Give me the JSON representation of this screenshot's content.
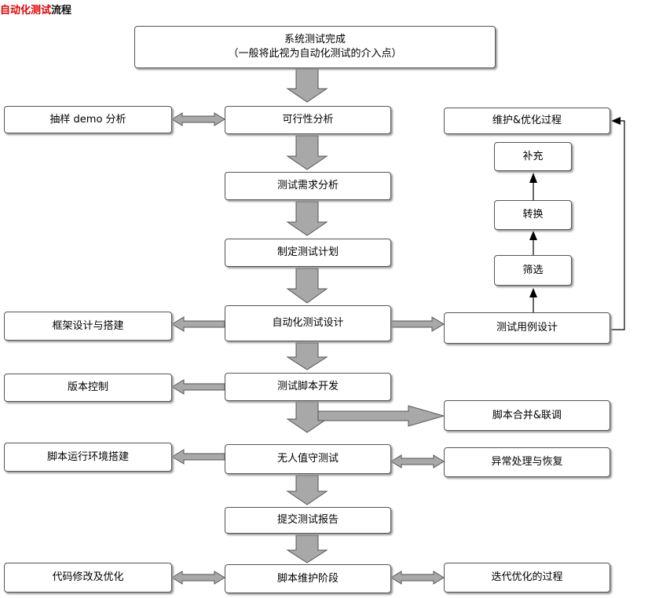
{
  "title": {
    "part1": "自动化测试",
    "part2": "流程"
  },
  "colors": {
    "title_red": "#e00000",
    "arrow_fill": "#a8a8a8",
    "arrow_stroke": "#555555",
    "box_border": "#555555"
  },
  "nodes": {
    "system_test_done": {
      "line1": "系统测试完成",
      "line2": "（一般将此视为自动化测试的介入点）"
    },
    "feasibility": "可行性分析",
    "sample_demo": "抽样 demo 分析",
    "requirements": "测试需求分析",
    "plan": "制定测试计划",
    "design": "自动化测试设计",
    "framework": "框架设计与搭建",
    "case_design": "测试用例设计",
    "filter": "筛选",
    "convert": "转换",
    "supplement": "补充",
    "maintain_optimize": "维护&优化过程",
    "script_dev": "测试脚本开发",
    "version_control": "版本控制",
    "merge_debug": "脚本合并&联调",
    "unattended": "无人值守测试",
    "env_setup": "脚本运行环境搭建",
    "exception": "异常处理与恢复",
    "report": "提交测试报告",
    "script_maint": "脚本维护阶段",
    "code_fix": "代码修改及优化",
    "iteration": "迭代优化的过程"
  }
}
